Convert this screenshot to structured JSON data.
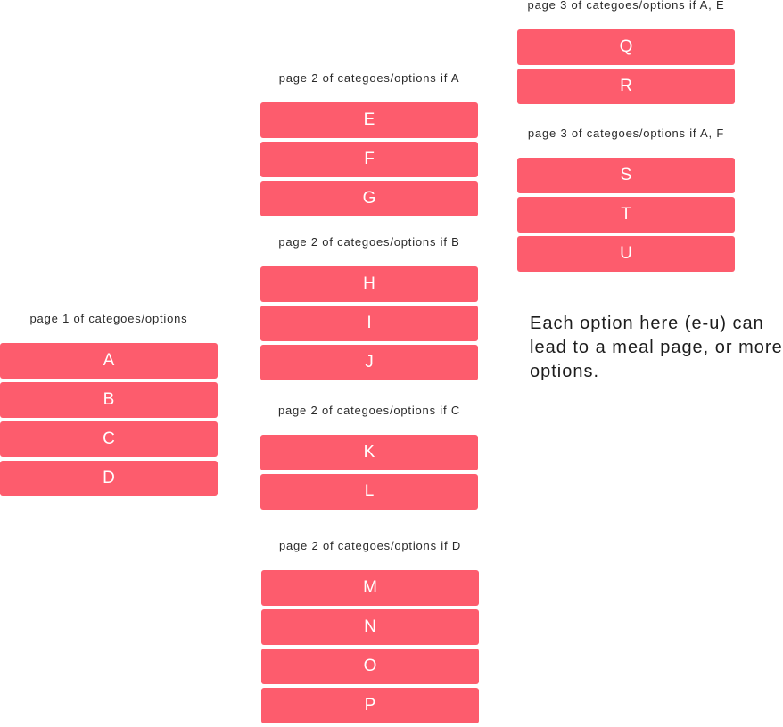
{
  "groups": [
    {
      "title": "page 1 of categoes/options",
      "options": [
        "A",
        "B",
        "C",
        "D"
      ]
    },
    {
      "title": "page 2 of categoes/options if A",
      "options": [
        "E",
        "F",
        "G"
      ]
    },
    {
      "title": "page 2 of categoes/options if B",
      "options": [
        "H",
        "I",
        "J"
      ]
    },
    {
      "title": "page 2 of categoes/options if C",
      "options": [
        "K",
        "L"
      ]
    },
    {
      "title": "page 2 of categoes/options if D",
      "options": [
        "M",
        "N",
        "O",
        "P"
      ]
    },
    {
      "title": "page 3 of categoes/options if A, E",
      "options": [
        "Q",
        "R"
      ]
    },
    {
      "title": "page 3 of categoes/options if A, F",
      "options": [
        "S",
        "T",
        "U"
      ]
    }
  ],
  "note": "Each option here (e-u) can lead to a meal page, or more options.",
  "colors": {
    "button": "#fd5c6d",
    "button_text": "#ffffff"
  }
}
